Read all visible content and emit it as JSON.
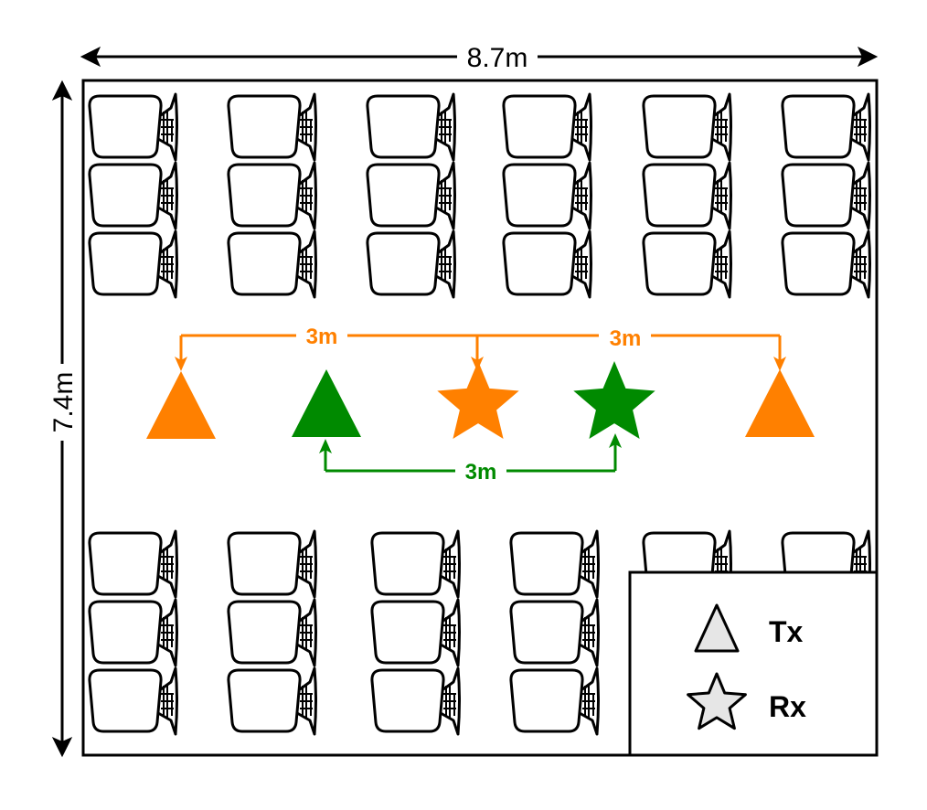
{
  "room": {
    "width_label": "8.7m",
    "height_label": "7.4m"
  },
  "measurements": {
    "orange_left": "3m",
    "orange_right": "3m",
    "green": "3m"
  },
  "legend": {
    "tx_label": "Tx",
    "rx_label": "Rx"
  },
  "colors": {
    "orange": "#ff8000",
    "green": "#008a00",
    "legend_fill": "#e6e6e6",
    "outline": "#000000"
  },
  "icons": {
    "seat": "chair-icon",
    "transmitter": "triangle-icon",
    "receiver": "star-icon"
  }
}
